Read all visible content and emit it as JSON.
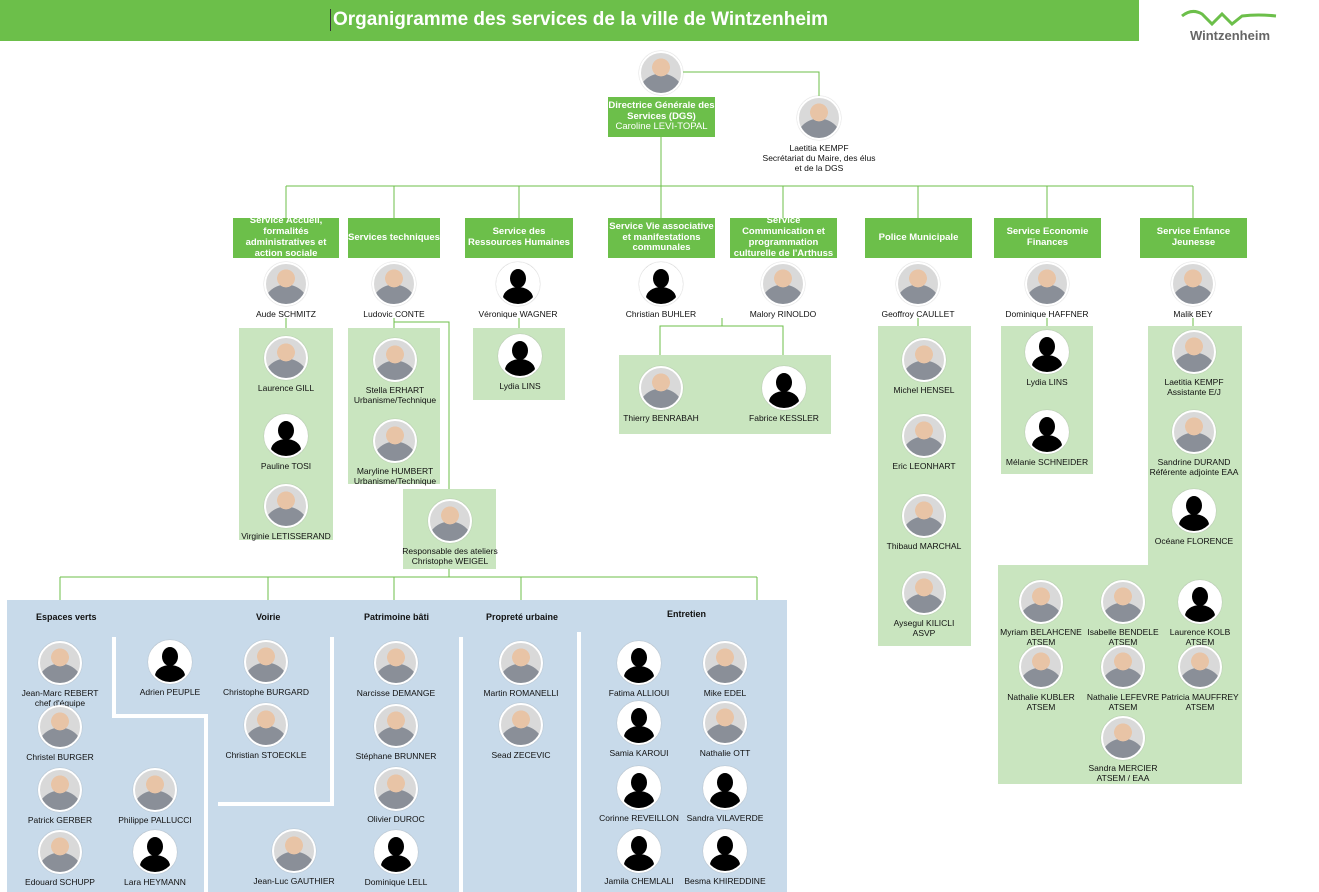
{
  "header": {
    "title": "Organigramme des services de la ville de Wintzenheim",
    "logo_text": "Wintzenheim",
    "brand_color": "#6cbf4a"
  },
  "top": {
    "dgs_title": "Directrice Générale des Services (DGS)",
    "dgs_name": "Caroline LEVI-TOPAL",
    "secretary_name": "Laetitia KEMPF",
    "secretary_role": "Secrétariat du Maire, des élus et de la DGS"
  },
  "services": [
    {
      "label": "Service Accueil, formalités administratives et action sociale",
      "head": "Aude SCHMITZ"
    },
    {
      "label": "Services techniques",
      "head": "Ludovic CONTE"
    },
    {
      "label": "Service des Ressources Humaines",
      "head": "Véronique WAGNER"
    },
    {
      "label": "Service Vie associative et manifestations communales",
      "head": "Christian BUHLER"
    },
    {
      "label": "Service Communication et programmation culturelle de l'Arthuss",
      "head": "Malory RINOLDO"
    },
    {
      "label": "Police Municipale",
      "head": "Geoffroy CAULLET"
    },
    {
      "label": "Service Economie Finances",
      "head": "Dominique HAFFNER"
    },
    {
      "label": "Service Enfance Jeunesse",
      "head": "Malik BEY"
    }
  ],
  "staff": {
    "accueil": [
      "Laurence GILL",
      "Pauline TOSI",
      "Virginie LETISSERAND"
    ],
    "technique": [
      "Stella ERHART\nUrbanisme/Technique",
      "Maryline HUMBERT\nUrbanisme/Technique"
    ],
    "rh": [
      "Lydia LINS"
    ],
    "comm": [
      "Thierry BENRABAH",
      "Fabrice KESSLER"
    ],
    "police": [
      "Michel HENSEL",
      "Eric LEONHART",
      "Thibaud MARCHAL",
      "Aysegul KILICLI\nASVP"
    ],
    "finances": [
      "Lydia LINS",
      "Mélanie SCHNEIDER"
    ],
    "enfance": [
      "Laetitia KEMPF\nAssistante E/J",
      "Sandrine DURAND\nRéférente adjointe EAA",
      "Océane FLORENCE"
    ],
    "atsem": [
      "Myriam BELAHCENE\nATSEM",
      "Isabelle BENDELE\nATSEM",
      "Laurence KOLB\nATSEM",
      "Nathalie KUBLER\nATSEM",
      "Nathalie LEFEVRE\nATSEM",
      "Patricia MAUFFREY\nATSEM",
      "Sandra MERCIER\nATSEM / EAA"
    ],
    "ateliers_head": "Responsable des ateliers\nChristophe WEIGEL"
  },
  "ateliers": {
    "groups": [
      "Espaces verts",
      "Voirie",
      "Patrimoine bâti",
      "Propreté urbaine",
      "Entretien"
    ],
    "espaces_verts": [
      "Jean-Marc REBERT\nchef d'équipe",
      "Christel BURGER",
      "Patrick GERBER",
      "Philippe PALLUCCI",
      "Edouard SCHUPP",
      "Lara HEYMANN",
      "Adrien  PEUPLE"
    ],
    "voirie": [
      "Christophe BURGARD",
      "Christian STOECKLE",
      "Jean-Luc GAUTHIER"
    ],
    "patrimoine": [
      "Narcisse DEMANGE",
      "Stéphane BRUNNER",
      "Olivier DUROC",
      "Dominique LELL"
    ],
    "proprete": [
      "Martin ROMANELLI",
      "Sead ZECEVIC"
    ],
    "entretien": [
      "Fatima ALLIOUI",
      "Mike EDEL",
      "Samia KAROUI",
      "Nathalie OTT",
      "Corinne REVEILLON",
      "Sandra VILAVERDE",
      "Jamila CHEMLALI",
      "Besma KHIREDDINE"
    ]
  }
}
